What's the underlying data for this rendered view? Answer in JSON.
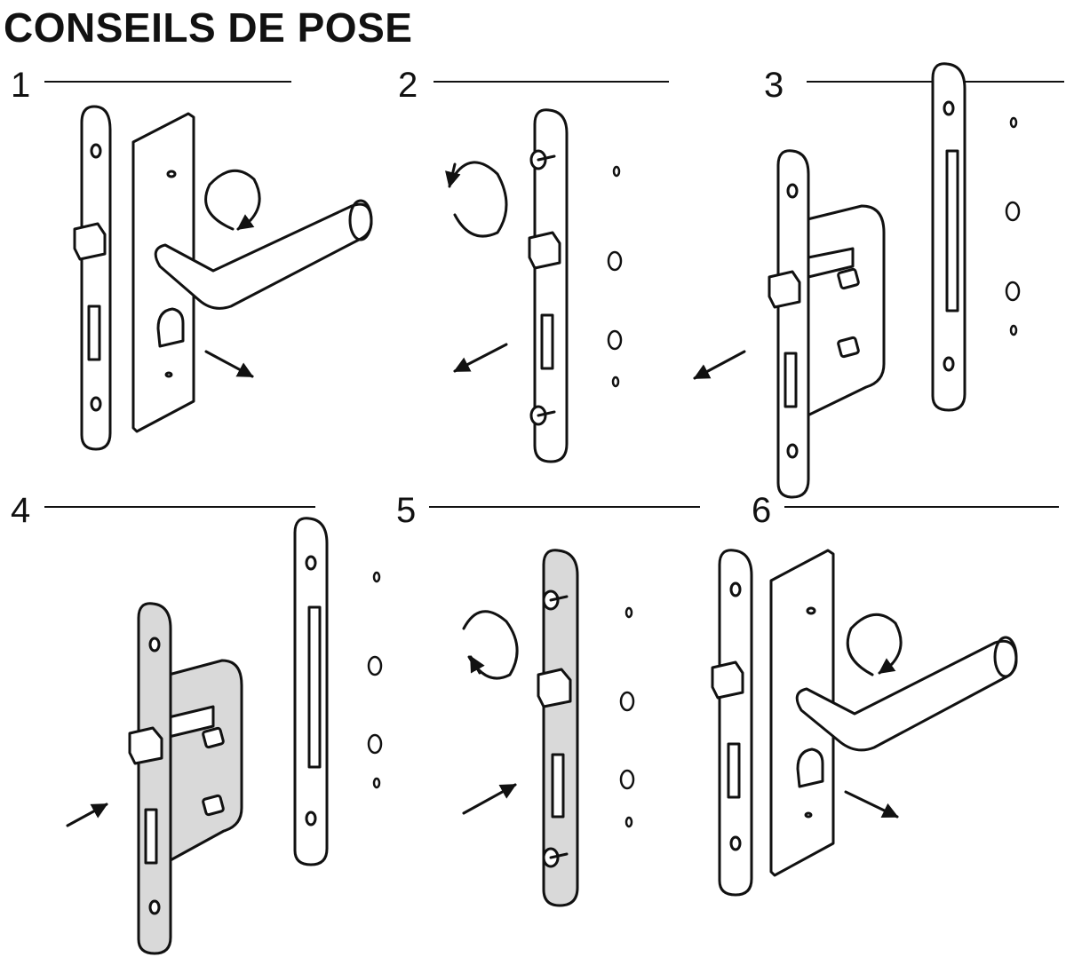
{
  "title": "CONSEILS DE POSE",
  "steps": [
    {
      "number": "1"
    },
    {
      "number": "2"
    },
    {
      "number": "3"
    },
    {
      "number": "4"
    },
    {
      "number": "5"
    },
    {
      "number": "6"
    }
  ],
  "colors": {
    "ink": "#111111",
    "plate_fill": "#ffffff",
    "mounted_fill": "#d9d9d9"
  }
}
